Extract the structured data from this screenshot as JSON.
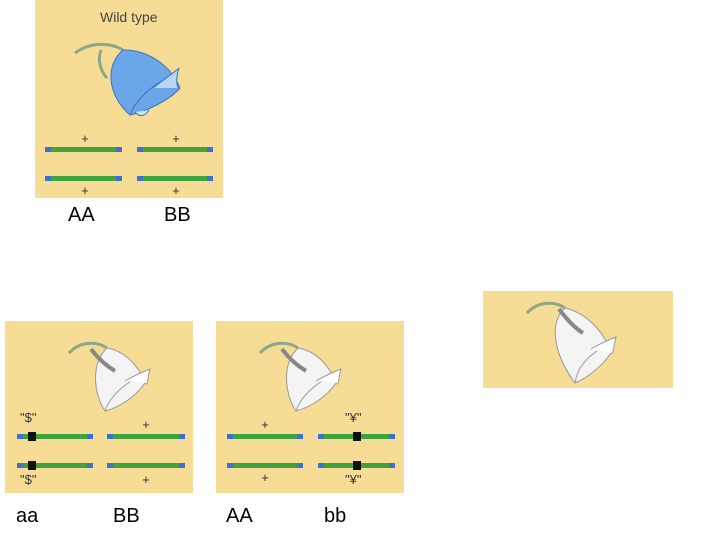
{
  "panels": {
    "wild_type": {
      "title": "Wild type",
      "flower_color": "#6aa6e8",
      "alleles_top": [
        "+",
        "+"
      ],
      "alleles_bottom": [
        "+",
        "+"
      ],
      "genotypes": [
        "AA",
        "BB"
      ]
    },
    "mutant_a": {
      "flower_color": "#f4f4f4",
      "alleles_top": [
        "\"$\"",
        "+"
      ],
      "alleles_bottom": [
        "\"$\"",
        "+"
      ],
      "genotypes": [
        "aa",
        "BB"
      ]
    },
    "mutant_b": {
      "flower_color": "#f4f4f4",
      "alleles_top": [
        "+",
        "\"¥\""
      ],
      "alleles_bottom": [
        "+",
        "\"¥\""
      ],
      "genotypes": [
        "AA",
        "bb"
      ]
    },
    "extra": {
      "flower_color": "#f4f4f4"
    }
  },
  "colors": {
    "panel_background": "#f7dc95",
    "chromosome": "#3fa23f",
    "chromosome_ends": "#3d6fd0",
    "mutation_marker": "#111111"
  }
}
